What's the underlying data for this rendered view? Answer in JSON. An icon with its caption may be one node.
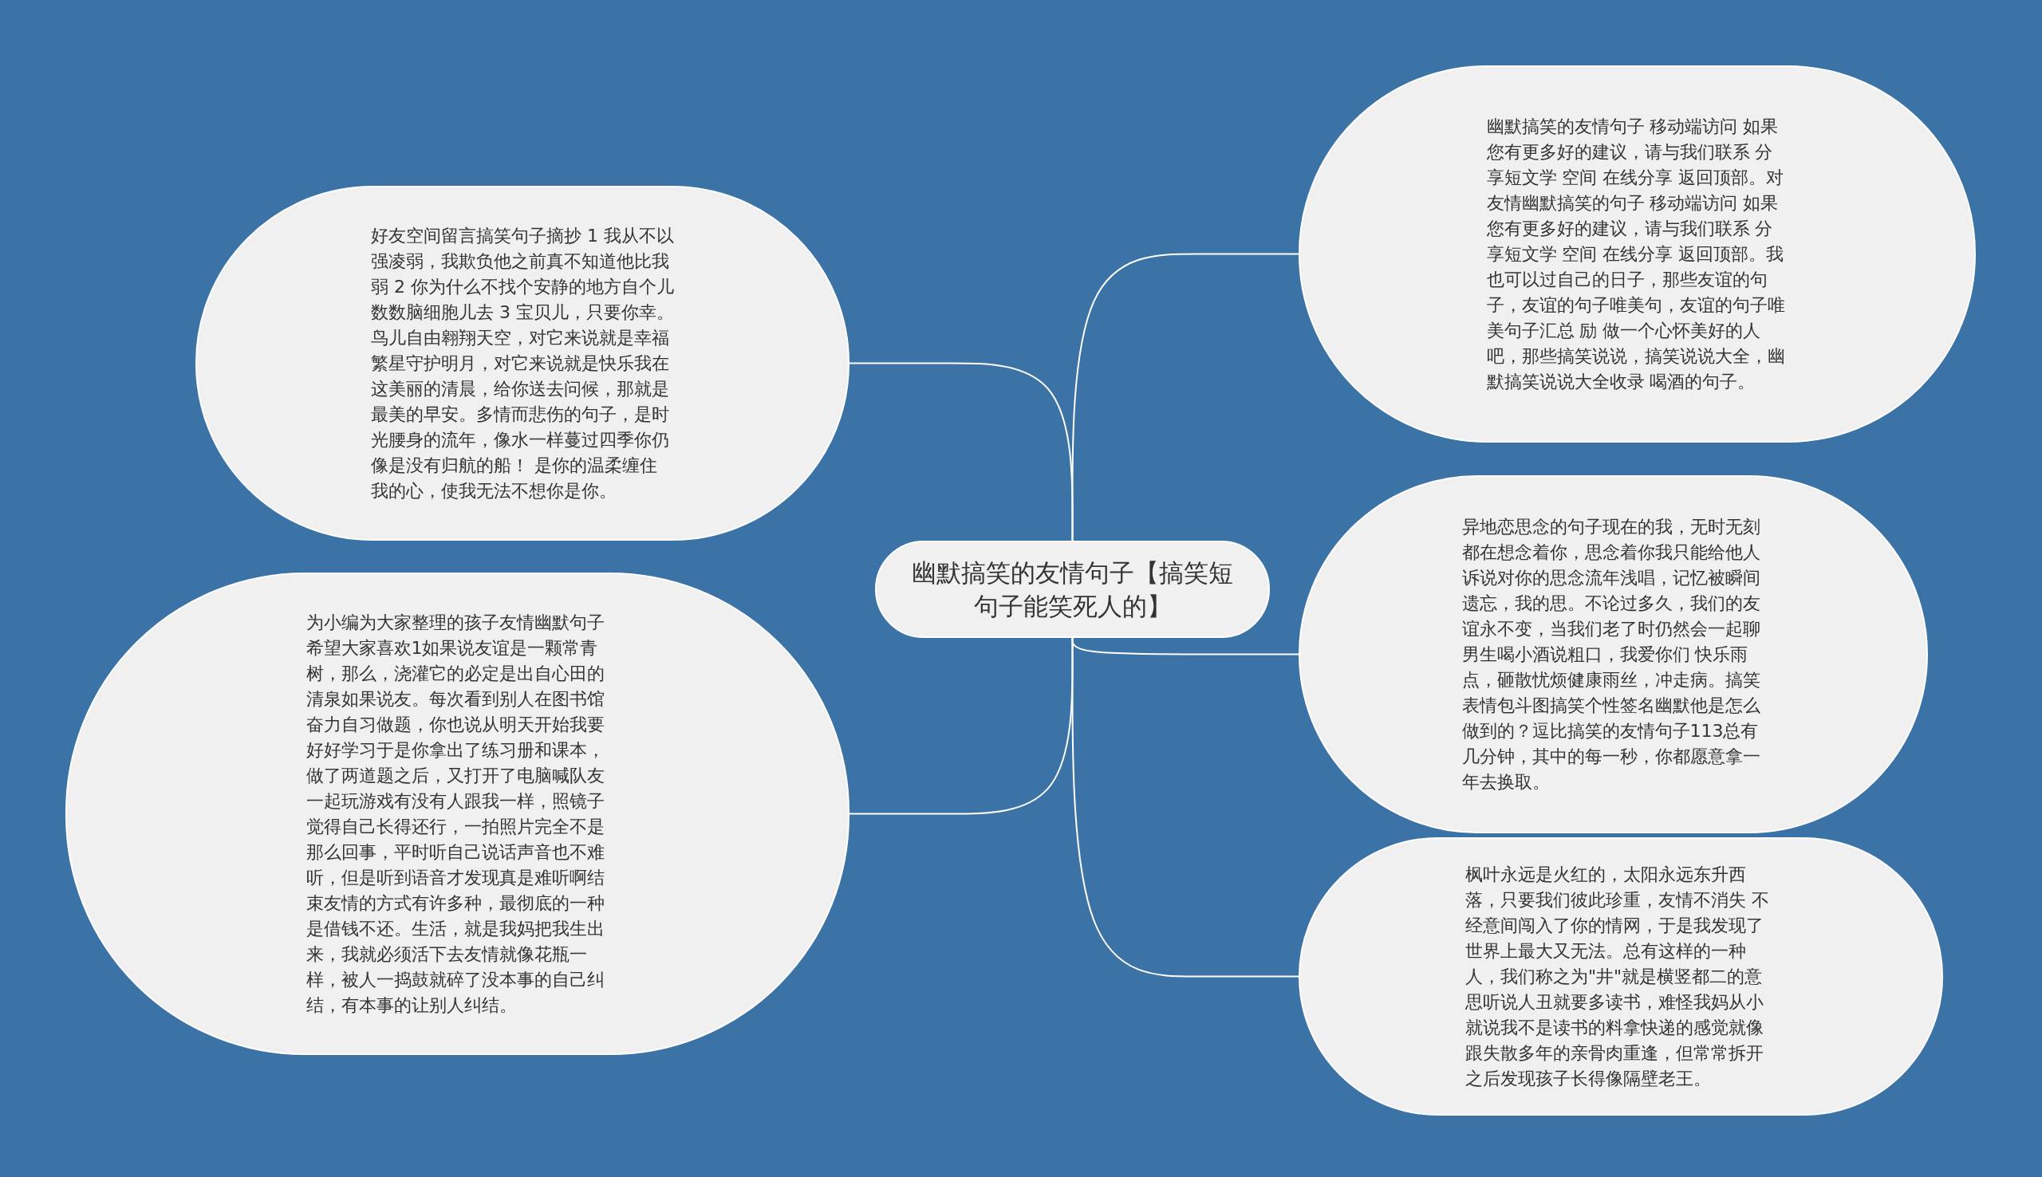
{
  "diagram": {
    "nodes": [
      {
        "text": [
          "幽默搞笑的友情句子【搞笑短句子能笑死人的】"
        ]
      },
      {
        "text": [
          "幽默搞笑的友情句子 移动端访问 如果您有更多好的建议，请与我们联系 分享短文学 空间 在线分享 返回顶部。对友情幽默搞笑的句子 移动端访问 如果您有更多好的建议，请与我们联系 分享短文学 空间 在线分享 返回顶部。我也可以过自己的日子，那些友谊的句子，友谊的句子唯美句，友谊的句子唯美句子汇总 励 做一个心怀美好的人吧，那些搞笑说说，搞笑说说大全，幽默搞笑说说大全收录 喝酒的句子。"
        ]
      },
      {
        "text": [
          "好友空间留言搞笑句子摘抄 1 我从不以强凌弱，我欺负他之前真不知道他比我弱 2 你为什么不找个安静的地方自个儿数数脑细胞儿去 3 宝贝儿，只要你幸。鸟儿自由翱翔天空，对它来说就是幸福繁星守护明月，对它来说就是快乐我在这美丽的清晨，给你送去问候，那就是最美的早安。多情而悲伤的句子，是时光腰身的流年，像水一样蔓过四季你仍像是没有归航的船！ 是你的温柔缠住我的心，使我无法不想你是你。"
        ]
      },
      {
        "text": [
          "异地恋思念的句子现在的我，无时无刻都在想念着你，思念着你我只能给他人诉说对你的思念流年浅唱，记忆被瞬间遗忘，我的思。不论过多久，我们的友谊永不变，当我们老了时仍然会一起聊男生喝小酒说粗口，我爱你们 快乐雨点，砸散忧烦健康雨丝，冲走病。搞笑表情包斗图搞笑个性签名幽默他是怎么做到的？逗比搞笑的友情句子113总有几分钟，其中的每一秒，你都愿意拿一年去换取。"
        ]
      },
      {
        "text": [
          "为小编为大家整理的孩子友情幽默句子希望大家喜欢1如果说友谊是一颗常青树，那么，浇灌它的必定是出自心田的清泉如果说友。每次看到别人在图书馆奋力自习做题，你也说从明天开始我要好好学习于是你拿出了练习册和课本，做了两道题之后，又打开了电脑喊队友一起玩游戏有没有人跟我一样，照镜子觉得自己长得还行，一拍照片完全不是那么回事，平时听自己说话声音也不难听，但是听到语音才发现真是难听啊结束友情的方式有许多种，最彻底的一种是借钱不还。生活，就是我妈把我生出来，我就必须活下去友情就像花瓶一样，被人一捣鼓就碎了没本事的自己纠结，有本事的让别人纠结。"
        ]
      },
      {
        "text": [
          "枫叶永远是火红的，太阳永远东升西落，只要我们彼此珍重，友情不消失 不经意间闯入了你的情网，于是我发现了世界上最大又无法。总有这样的一种人，我们称之为\"井\"就是横竖都二的意思听说人丑就要多读书，难怪我妈从小就说我不是读书的料拿快递的感觉就像跟失散多年的亲骨肉重逢，但常常拆开之后发现孩子长得像隔壁老王。"
        ]
      }
    ],
    "edges": [
      {
        "from": 0,
        "to": 1,
        "arrow": "none"
      },
      {
        "from": 0,
        "to": 2,
        "arrow": "none"
      },
      {
        "from": 0,
        "to": 3,
        "arrow": "none"
      },
      {
        "from": 0,
        "to": 4,
        "arrow": "none"
      },
      {
        "from": 0,
        "to": 5,
        "arrow": "none"
      }
    ]
  }
}
